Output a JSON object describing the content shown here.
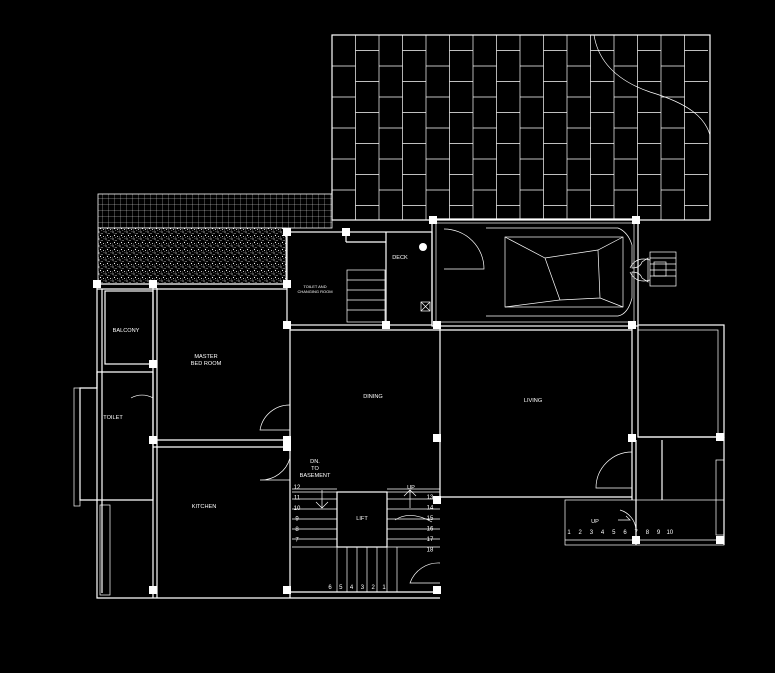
{
  "rooms": {
    "deck": "DECK",
    "utility_line1": "TOILET AND",
    "utility_line2": "CHANGING ROOM",
    "balcony": "BALCONY",
    "master_line1": "MASTER",
    "master_line2": "BED ROOM",
    "toilet": "TOILET",
    "kitchen": "KITCHEN",
    "dining": "DINING",
    "living": "LIVING",
    "lift": "LIFT",
    "dn_line1": "DN.",
    "dn_line2": "TO",
    "dn_line3": "BASEMENT",
    "up_main": "UP",
    "up_right": "UP"
  },
  "stairs": {
    "left_column": [
      "12",
      "11",
      "10",
      "9",
      "8",
      "7"
    ],
    "right_column": [
      "13",
      "14",
      "15",
      "16",
      "17",
      "18"
    ],
    "bottom_row": [
      "6",
      "5",
      "4",
      "3",
      "2",
      "1"
    ],
    "external_steps": [
      "1",
      "2",
      "3",
      "4",
      "5",
      "6",
      "7",
      "8",
      "9",
      "10"
    ]
  }
}
